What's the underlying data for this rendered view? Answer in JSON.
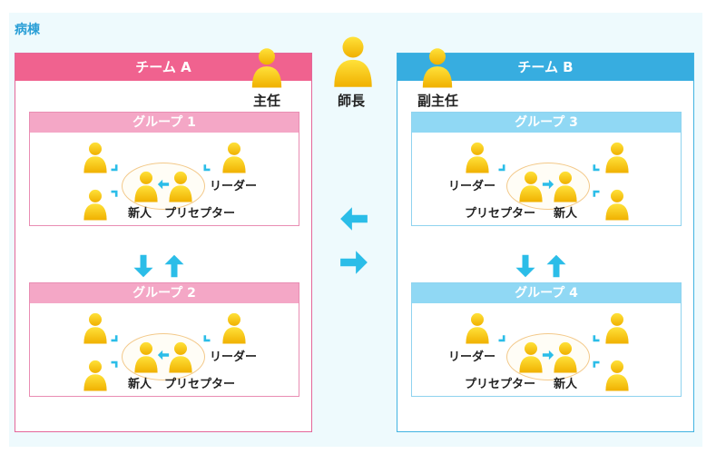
{
  "ward": {
    "label": "病棟"
  },
  "top_roles": {
    "chief": "主任",
    "head_nurse": "師長",
    "deputy_chief": "副主任"
  },
  "teams": [
    {
      "name": "チーム A",
      "groups": [
        {
          "name": "グループ 1",
          "leader": "リーダー",
          "newcomer": "新人",
          "preceptor": "プリセプター"
        },
        {
          "name": "グループ 2",
          "leader": "リーダー",
          "newcomer": "新人",
          "preceptor": "プリセプター"
        }
      ]
    },
    {
      "name": "チーム B",
      "groups": [
        {
          "name": "グループ 3",
          "leader": "リーダー",
          "newcomer": "新人",
          "preceptor": "プリセプター"
        },
        {
          "name": "グループ 4",
          "leader": "リーダー",
          "newcomer": "新人",
          "preceptor": "プリセプター"
        }
      ]
    }
  ],
  "colors": {
    "team_a": "#f0628f",
    "team_b": "#37ade0",
    "person": "#f5c500",
    "arrow": "#2bbde8"
  }
}
